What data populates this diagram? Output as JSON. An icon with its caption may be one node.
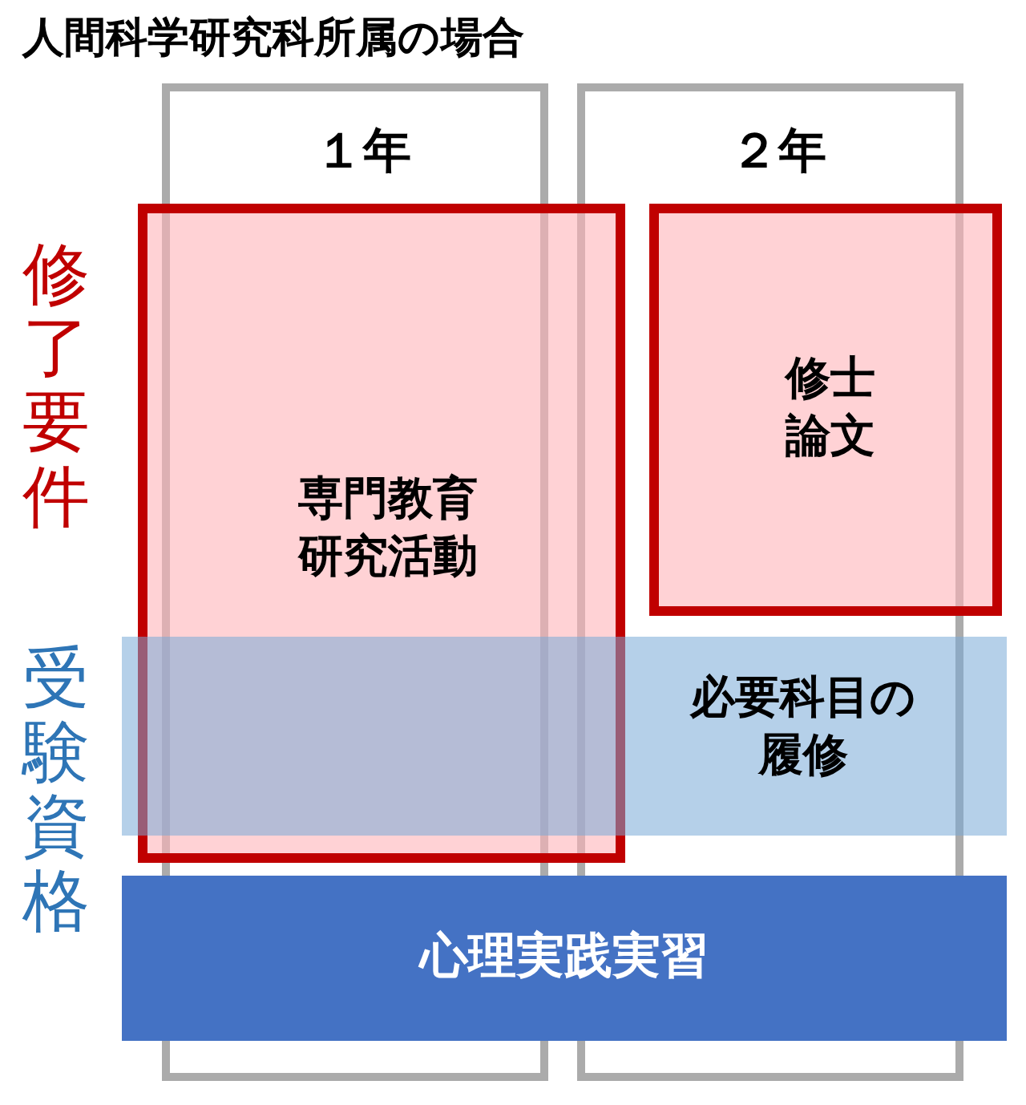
{
  "diagram": {
    "title": "人間科学研究科所属の場合",
    "nodes": [
      {
        "text": [
          "１年"
        ]
      },
      {
        "text": [
          "２年"
        ]
      },
      {
        "text": [
          "専門教育研究活動"
        ]
      },
      {
        "text": [
          "修士論文"
        ]
      },
      {
        "text": [
          "必要科目の履修"
        ]
      },
      {
        "text": [
          "心理実践実習"
        ]
      }
    ],
    "labels": [
      "修了要件",
      "受験資格"
    ]
  }
}
